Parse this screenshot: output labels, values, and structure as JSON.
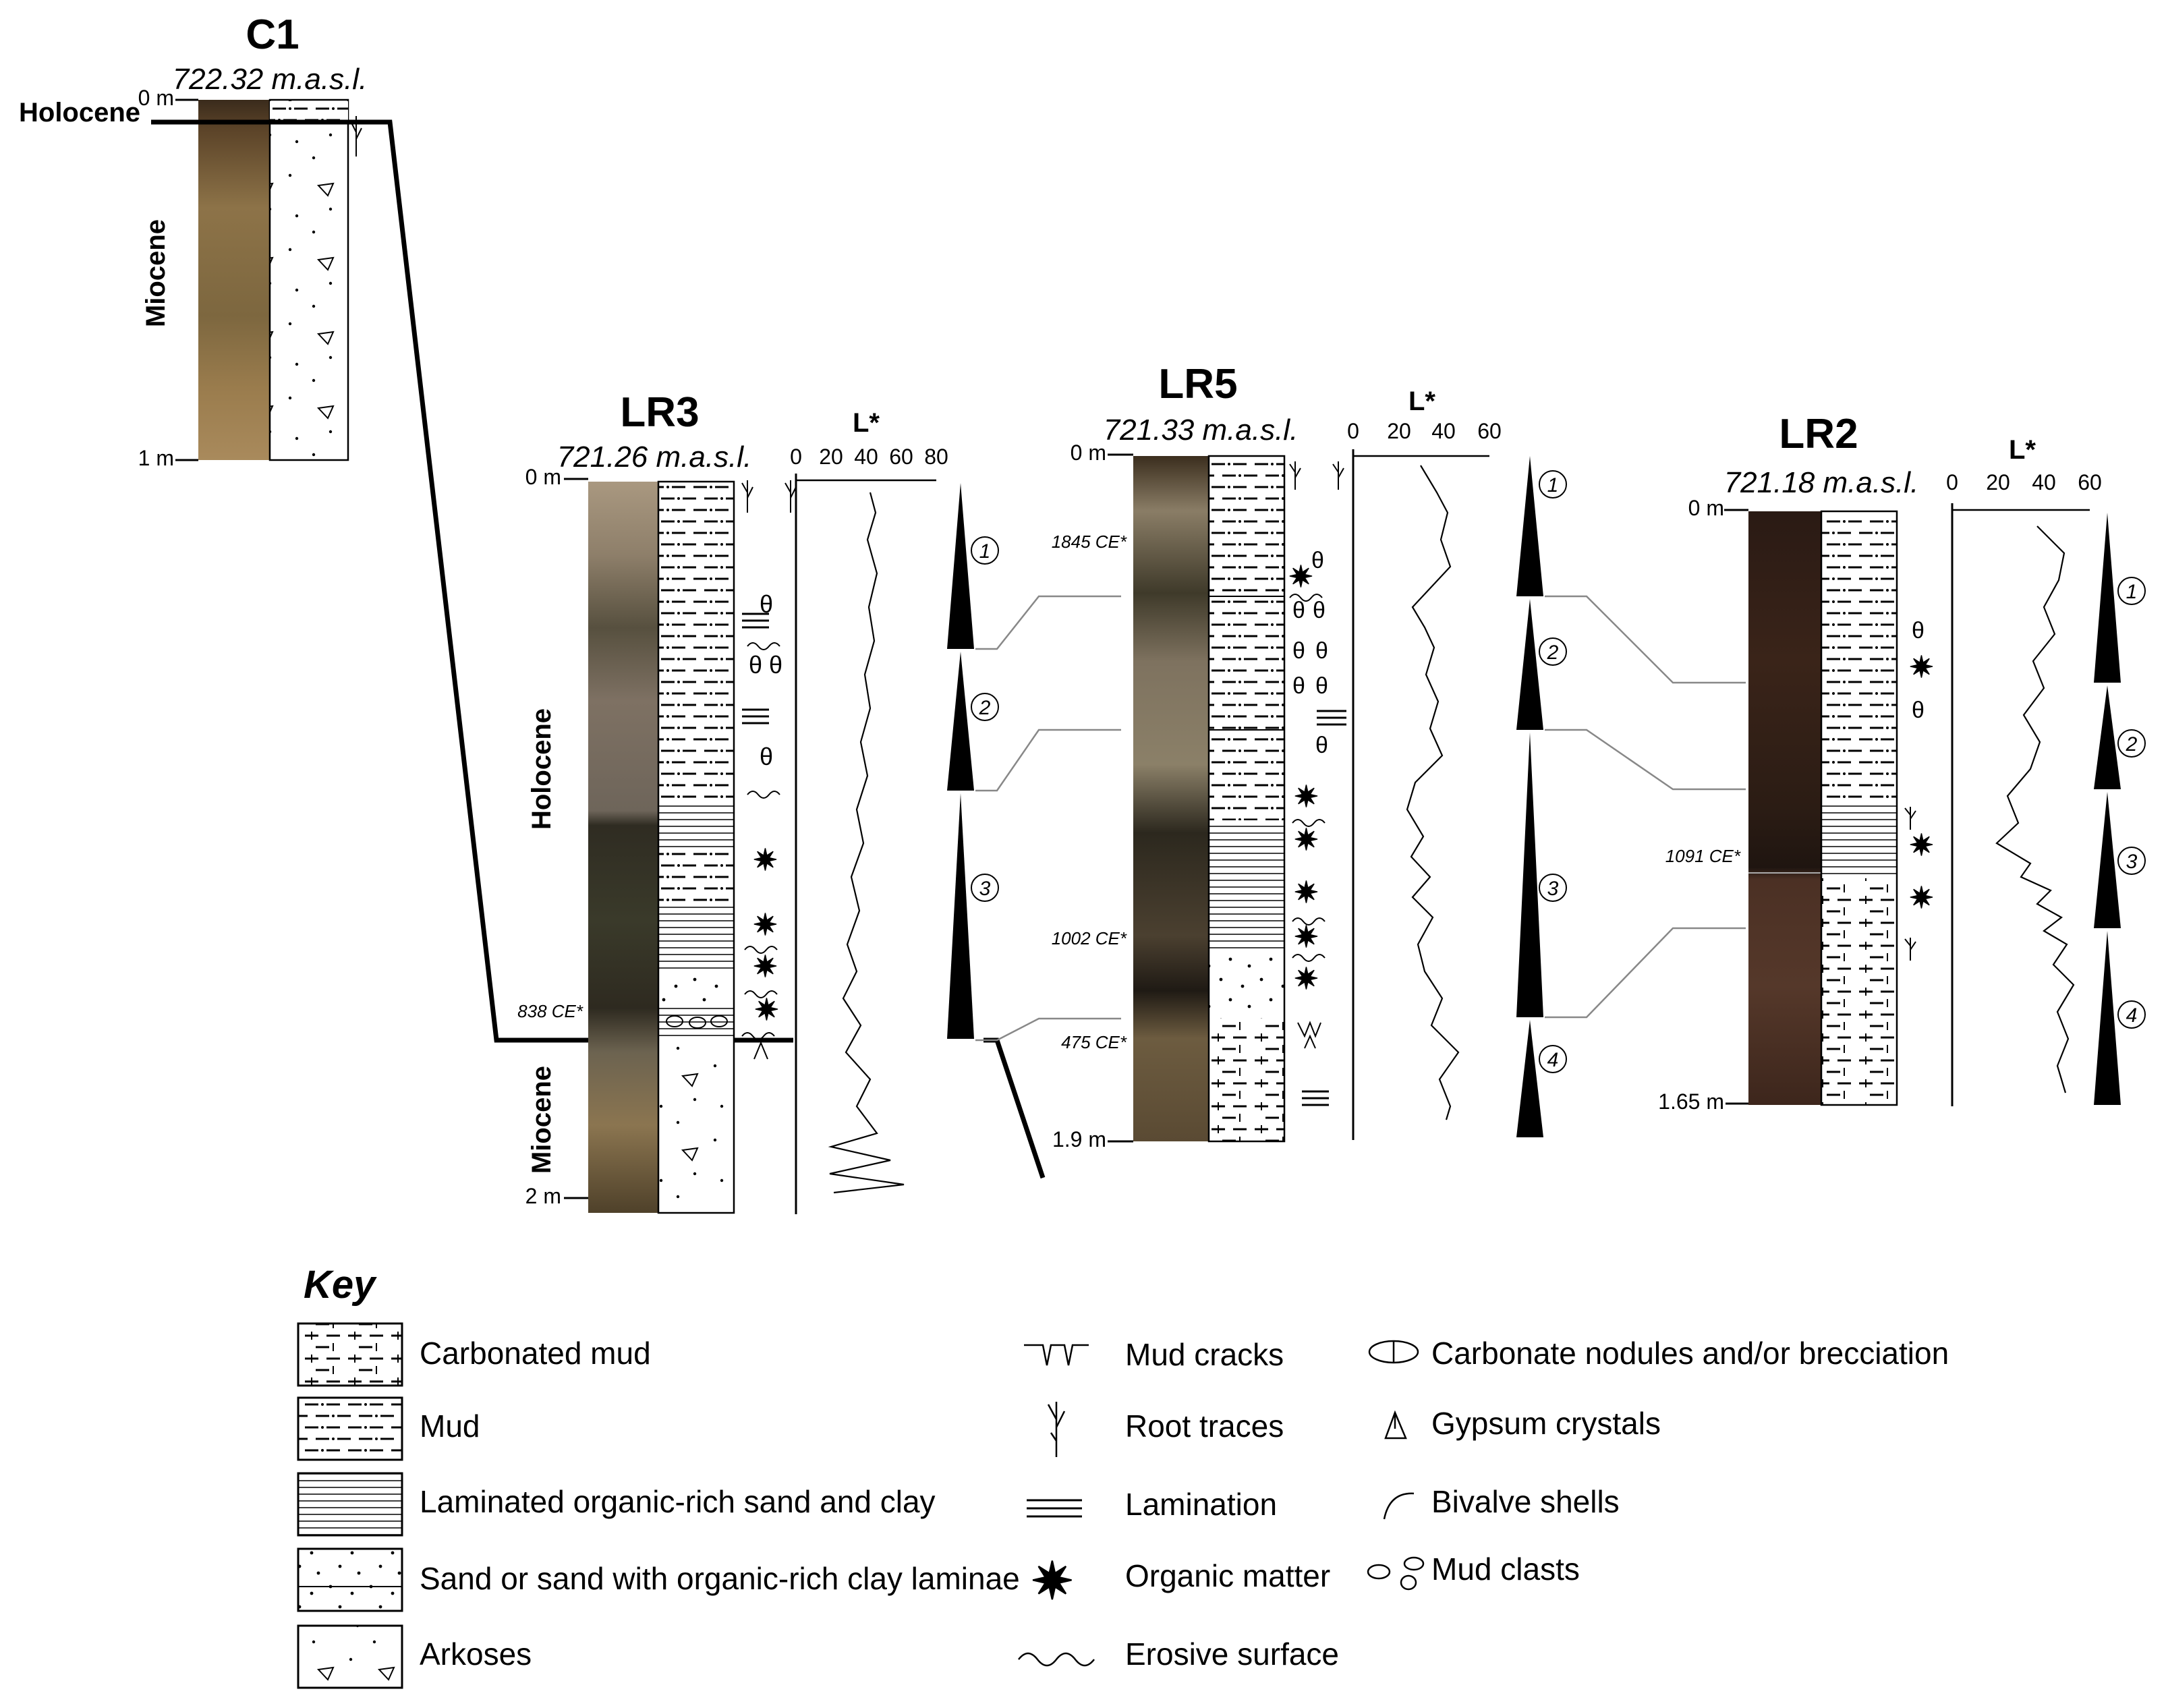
{
  "columns": {
    "c1": {
      "title": "C1",
      "elevation": "722.32 m.a.s.l.",
      "depth_top": "0 m",
      "depth_bottom": "1 m",
      "epoch_top": "Holocene",
      "epoch_main": "Miocene"
    },
    "lr3": {
      "title": "LR3",
      "elevation": "721.26 m.a.s.l.",
      "depth_top": "0 m",
      "depth_bottom": "2 m",
      "epoch_upper": "Holocene",
      "epoch_lower": "Miocene",
      "age_1": "838 CE*",
      "lstar_label": "L*",
      "lstar_ticks": [
        "0",
        "20",
        "40",
        "60",
        "80"
      ],
      "sequences": [
        "1",
        "2",
        "3"
      ]
    },
    "lr5": {
      "title": "LR5",
      "elevation": "721.33 m.a.s.l.",
      "depth_top": "0 m",
      "depth_bottom": "1.9 m",
      "age_1": "1845 CE*",
      "age_2": "1002 CE*",
      "age_3": "475 CE*",
      "lstar_label": "L*",
      "lstar_ticks": [
        "0",
        "20",
        "40",
        "60"
      ],
      "sequences": [
        "1",
        "2",
        "3",
        "4"
      ]
    },
    "lr2": {
      "title": "LR2",
      "elevation": "721.18 m.a.s.l.",
      "depth_top": "0 m",
      "depth_bottom": "1.65 m",
      "age_1": "1091 CE*",
      "lstar_label": "L*",
      "lstar_ticks": [
        "0",
        "20",
        "40",
        "60"
      ],
      "sequences": [
        "1",
        "2",
        "3",
        "4"
      ]
    }
  },
  "key": {
    "title": "Key",
    "lithology": [
      "Carbonated mud",
      "Mud",
      "Laminated organic-rich sand and clay",
      "Sand or sand with organic-rich clay laminae",
      "Arkoses"
    ],
    "structures": [
      "Mud cracks",
      "Root traces",
      "Lamination",
      "Organic matter",
      "Erosive surface"
    ],
    "other": [
      "Carbonate nodules and/or brecciation",
      "Gypsum crystals",
      "Bivalve shells",
      "Mud clasts"
    ]
  },
  "colors": {
    "ink": "#000000",
    "correlation": "#888888",
    "core_light": "#9c8058",
    "core_dark": "#2c241b",
    "core_brown": "#4a2a1e"
  }
}
